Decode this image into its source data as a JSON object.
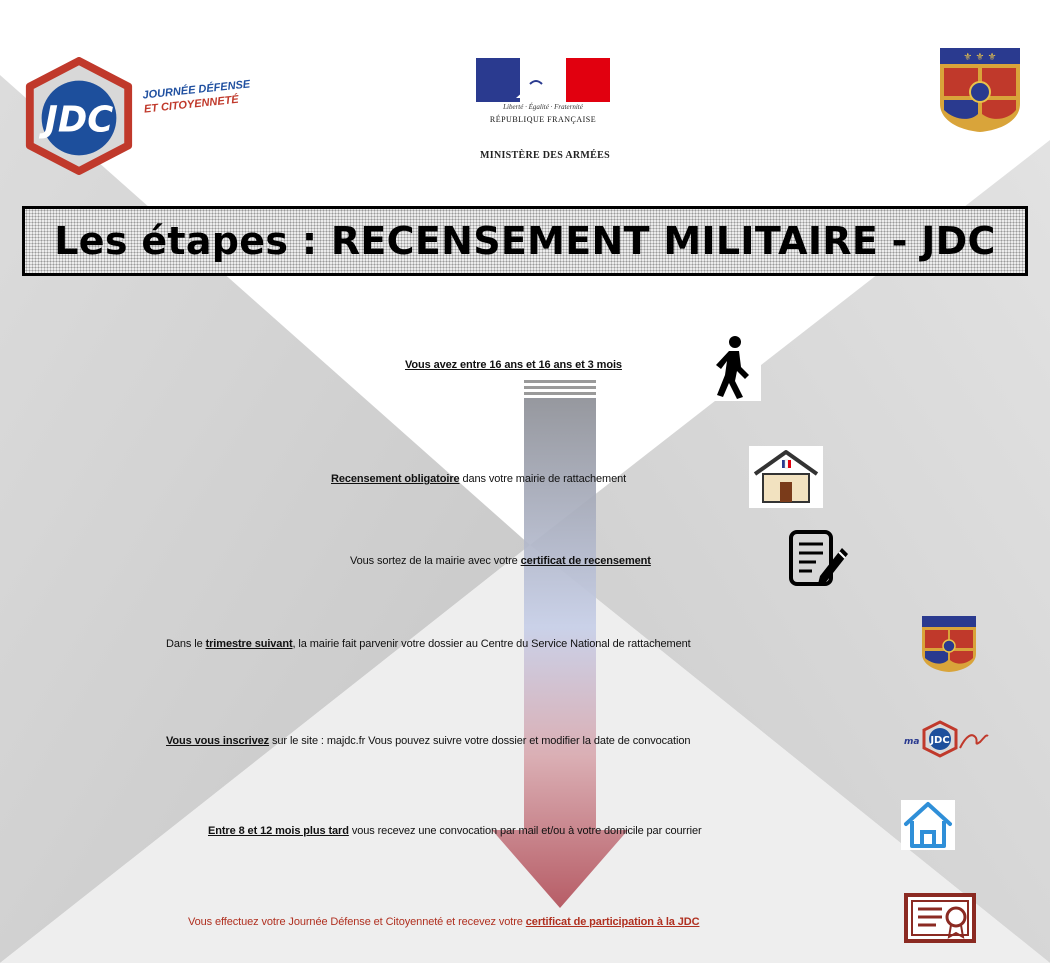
{
  "header": {
    "jdc_logo": {
      "initials": "JDC",
      "line1": "JOURNÉE DÉFENSE",
      "line2": "ET CITOYENNETÉ"
    },
    "republique": {
      "motto": "Liberté · Égalité · Fraternité",
      "name": "RÉPUBLIQUE FRANÇAISE"
    },
    "ministere": "MINISTÈRE DES ARMÉES"
  },
  "title": "Les étapes : RECENSEMENT MILITAIRE - JDC",
  "steps": [
    {
      "parts": [
        "",
        "Vous avez entre 16 ans et 16 ans et 3 mois",
        ""
      ],
      "icon": "walking-person-icon"
    },
    {
      "parts": [
        "",
        "Recensement obligatoire",
        " dans votre mairie de rattachement"
      ],
      "icon": "town-hall-icon"
    },
    {
      "parts": [
        "Vous sortez de la mairie avec votre ",
        "certificat de recensement",
        ""
      ],
      "icon": "certificate-document-icon"
    },
    {
      "parts": [
        "Dans le ",
        "trimestre suivant",
        ", la mairie fait parvenir votre dossier au Centre du Service National de rattachement"
      ],
      "icon": "coat-of-arms-icon"
    },
    {
      "parts": [
        "",
        "Vous vous inscrivez",
        " sur le site : majdc.fr Vous pouvez suivre votre dossier et modifier la date de convocation"
      ],
      "icon": "majdc-logo-icon"
    },
    {
      "parts": [
        "",
        "Entre 8 et 12 mois plus tard",
        " vous recevez une convocation par mail et/ou à votre domicile par courrier"
      ],
      "icon": "home-icon"
    },
    {
      "parts": [
        "Vous effectuez votre Journée Défense et Citoyenneté et recevez votre ",
        "certificat de participation à la JDC",
        ""
      ],
      "icon": "diploma-icon"
    }
  ],
  "colors": {
    "jdc_blue": "#1d4f9c",
    "jdc_red": "#c0392b",
    "arrow_top": "#8d8f96",
    "arrow_bottom": "#b2505a",
    "last_step_text": "#b03020"
  }
}
